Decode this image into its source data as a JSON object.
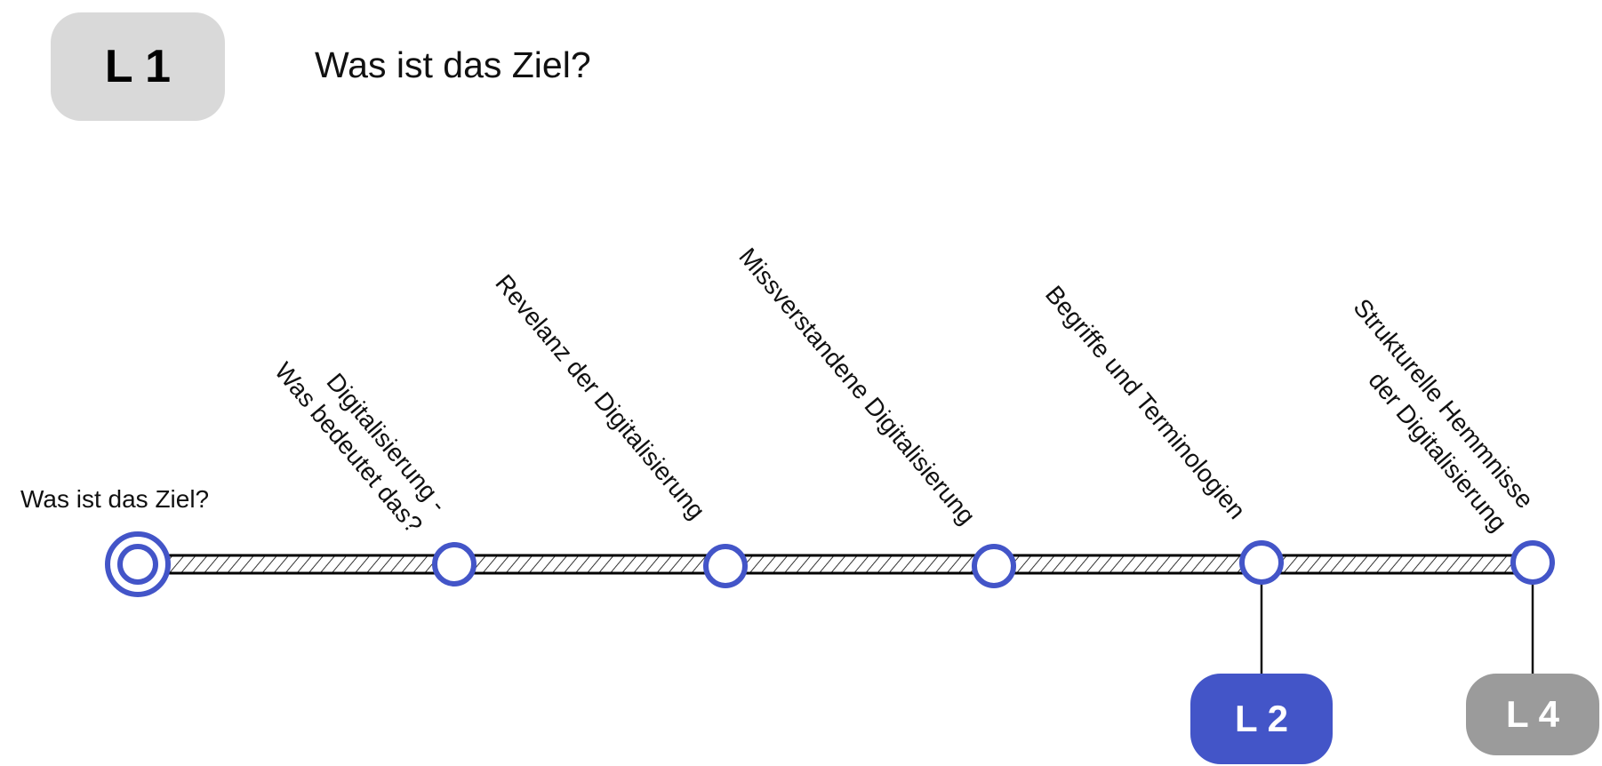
{
  "header": {
    "level_badge": "L 1",
    "title": "Was ist das Ziel?"
  },
  "timeline": {
    "start_label": "Was ist das Ziel?",
    "stations": [
      {
        "lines": [
          "Digitalisierung -",
          "Was bedeutet das?"
        ]
      },
      {
        "lines": [
          "Revelanz der Digitalisierung"
        ]
      },
      {
        "lines": [
          "Missverstandene Digitalisierung"
        ]
      },
      {
        "lines": [
          "Begriffe und Terminologien"
        ]
      },
      {
        "lines": [
          "Strukturelle Hemmnisse",
          "der Digitalisierung"
        ]
      }
    ]
  },
  "links": {
    "l2_label": "L 2",
    "l4_label": "L 4"
  },
  "colors": {
    "accent": "#4355c8",
    "inactive": "#9b9b9b",
    "badge_bg": "#d9d9d9"
  }
}
